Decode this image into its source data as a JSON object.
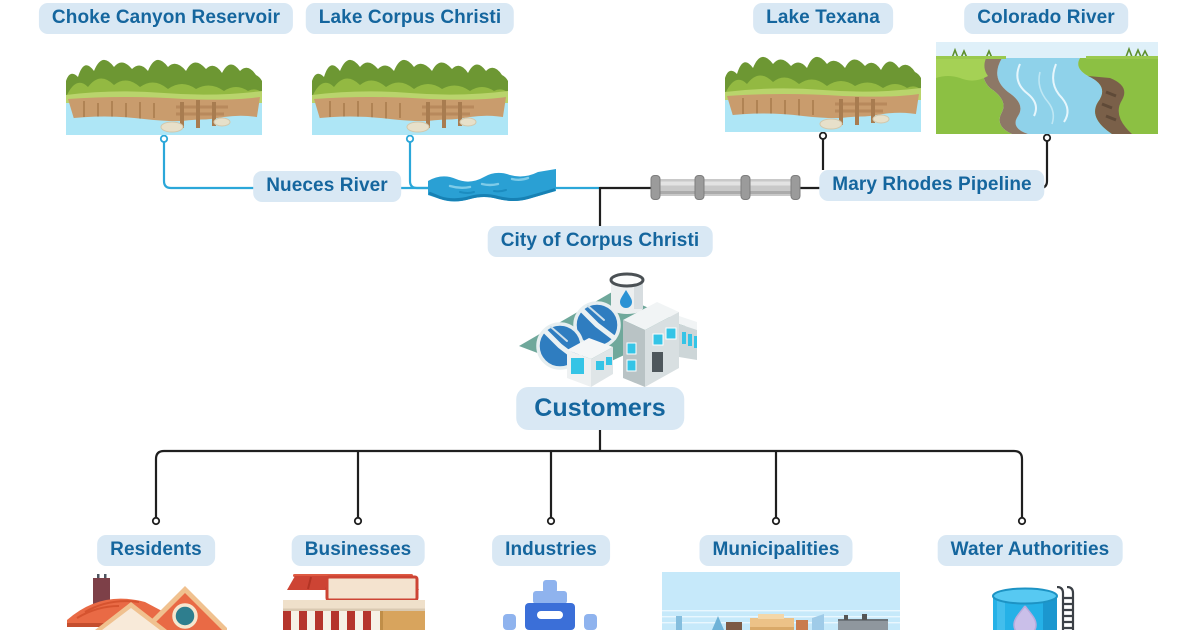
{
  "sources": [
    {
      "label": "Choke Canyon Reservoir",
      "icon": "lake-icon"
    },
    {
      "label": "Lake Corpus Christi",
      "icon": "lake-icon"
    },
    {
      "label": "Lake Texana",
      "icon": "lake-icon"
    },
    {
      "label": "Colorado River",
      "icon": "river-scene-icon"
    }
  ],
  "conveyance": {
    "nueces": {
      "label": "Nueces River",
      "icon": "river-ribbon-icon"
    },
    "pipeline": {
      "label": "Mary Rhodes Pipeline",
      "icon": "pipeline-icon"
    }
  },
  "city": {
    "label": "City of Corpus Christi",
    "icon": "water-treatment-plant-icon"
  },
  "customers": {
    "label": "Customers"
  },
  "customer_types": [
    {
      "label": "Residents",
      "icon": "house-icon"
    },
    {
      "label": "Businesses",
      "icon": "storefront-icon"
    },
    {
      "label": "Industries",
      "icon": "industrial-tower-icon"
    },
    {
      "label": "Municipalities",
      "icon": "city-skyline-icon"
    },
    {
      "label": "Water Authorities",
      "icon": "water-tank-icon"
    }
  ],
  "edges": [
    {
      "from": "Choke Canyon Reservoir",
      "to": "Nueces River",
      "style": "water"
    },
    {
      "from": "Lake Corpus Christi",
      "to": "Nueces River",
      "style": "water"
    },
    {
      "from": "Nueces River",
      "to": "City of Corpus Christi",
      "style": "water"
    },
    {
      "from": "Lake Texana",
      "to": "Mary Rhodes Pipeline",
      "style": "pipeline"
    },
    {
      "from": "Colorado River",
      "to": "Mary Rhodes Pipeline",
      "style": "pipeline"
    },
    {
      "from": "Mary Rhodes Pipeline",
      "to": "City of Corpus Christi",
      "style": "pipeline"
    },
    {
      "from": "City of Corpus Christi",
      "to": "Customers",
      "style": "default"
    },
    {
      "from": "Customers",
      "to": "Residents",
      "style": "default"
    },
    {
      "from": "Customers",
      "to": "Businesses",
      "style": "default"
    },
    {
      "from": "Customers",
      "to": "Industries",
      "style": "default"
    },
    {
      "from": "Customers",
      "to": "Municipalities",
      "style": "default"
    },
    {
      "from": "Customers",
      "to": "Water Authorities",
      "style": "default"
    }
  ],
  "colors": {
    "background": "#ffffff",
    "label_bg": "#d9e8f4",
    "label_text": "#15669e",
    "edge_water": "#2ba7d9",
    "edge_default": "#1f1f1f"
  }
}
